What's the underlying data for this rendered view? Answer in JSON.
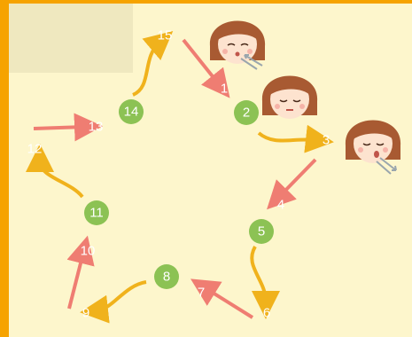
{
  "colors": {
    "frame": "#f6a300",
    "background": "#fdf6cc",
    "pink_step": "#ef7d72",
    "orange_step": "#f0b21c",
    "green_step": "#8cc254"
  },
  "steps": [
    {
      "label": "1",
      "kind": "pink-arrow",
      "direction": "down-right"
    },
    {
      "label": "2",
      "kind": "green-dot"
    },
    {
      "label": "3",
      "kind": "orange-arrow",
      "direction": "right"
    },
    {
      "label": "4",
      "kind": "pink-arrow",
      "direction": "down-left"
    },
    {
      "label": "5",
      "kind": "green-dot"
    },
    {
      "label": "6",
      "kind": "orange-arrow",
      "direction": "down"
    },
    {
      "label": "7",
      "kind": "pink-arrow",
      "direction": "up-left"
    },
    {
      "label": "8",
      "kind": "green-dot"
    },
    {
      "label": "9",
      "kind": "orange-arrow",
      "direction": "left"
    },
    {
      "label": "10",
      "kind": "pink-arrow",
      "direction": "up"
    },
    {
      "label": "11",
      "kind": "green-dot"
    },
    {
      "label": "12",
      "kind": "orange-arrow",
      "direction": "up-left"
    },
    {
      "label": "13",
      "kind": "pink-arrow",
      "direction": "right"
    },
    {
      "label": "14",
      "kind": "green-dot"
    },
    {
      "label": "15",
      "kind": "orange-arrow",
      "direction": "up"
    }
  ],
  "faces": [
    {
      "name": "inhale-face",
      "breath": "inhale"
    },
    {
      "name": "hold-face",
      "breath": "hold"
    },
    {
      "name": "exhale-face",
      "breath": "exhale"
    }
  ]
}
